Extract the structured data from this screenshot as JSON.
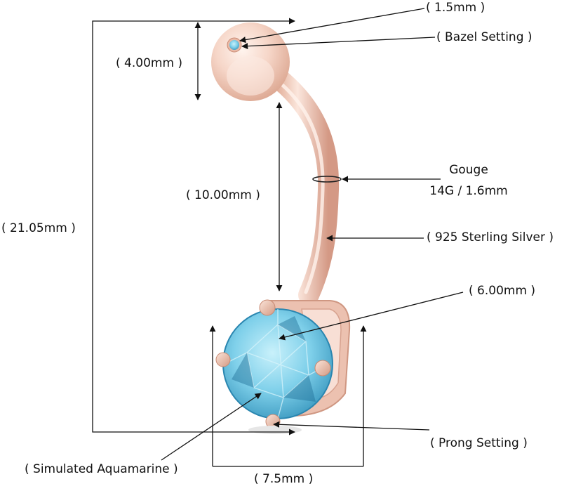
{
  "labels": {
    "ball_stone_size": "( 1.5mm )",
    "bezel_setting": "( Bazel Setting )",
    "ball_diameter": "( 4.00mm )",
    "bar_length": "( 10.00mm )",
    "gauge_title": "Gouge",
    "gauge_value": "14G / 1.6mm",
    "material": "( 925 Sterling Silver )",
    "total_length": "( 21.05mm )",
    "stone_size": "( 6.00mm )",
    "prong_setting": "( Prong Setting )",
    "stone_type": "( Simulated Aquamarine )",
    "setting_width": "( 7.5mm )"
  },
  "colors": {
    "rose_gold": "#f3cfc0",
    "rose_gold_dark": "#d9a08a",
    "stone": "#7fd0ea",
    "stone_dark": "#2f8fb8",
    "line": "#111111"
  }
}
